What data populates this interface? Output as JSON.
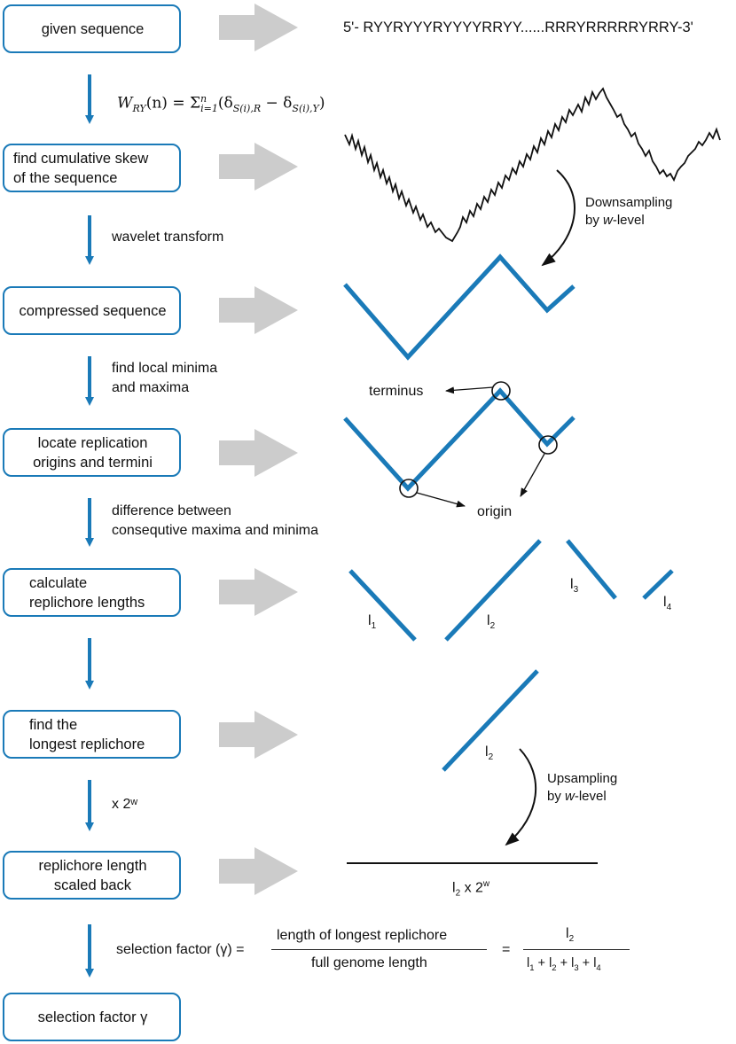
{
  "steps": [
    {
      "label": "given sequence"
    },
    {
      "label": "find cumulative skew\nof the sequence"
    },
    {
      "label": "compressed sequence"
    },
    {
      "label": "locate replication\norigins and termini"
    },
    {
      "label": "calculate\nreplichore lengths"
    },
    {
      "label": "find the\nlongest replichore"
    },
    {
      "label": "replichore length\nscaled back"
    },
    {
      "label": "selection factor γ"
    }
  ],
  "transitions": [
    {
      "label": ""
    },
    {
      "label": "wavelet transform"
    },
    {
      "label": "find local minima\nand maxima"
    },
    {
      "label": "difference between\nconsequtive maxima and minima"
    },
    {
      "label": ""
    },
    {
      "label": "x 2ʷ"
    },
    {
      "label": ""
    }
  ],
  "sequence": "5'- RYYRYYYRYYYYRRYY......RRRYRRRRRYRRY-3'",
  "skew_formula": {
    "lhs": "W",
    "lhs_sub": "RY",
    "arg": "(n) = Σ",
    "sum_sup": "n",
    "sum_sub": "i=1",
    "body": "(δ",
    "d1_sub": "S(i),R",
    "minus": " − δ",
    "d2_sub": "S(i),Y",
    "close": ")"
  },
  "annotations": {
    "downsampling_line1": "Downsampling",
    "downsampling_line2_pre": "by ",
    "downsampling_line2_w": "w",
    "downsampling_line2_post": "-level",
    "upsampling_line1": "Upsampling",
    "upsampling_line2_pre": "by ",
    "upsampling_line2_w": "w",
    "upsampling_line2_post": "-level",
    "terminus": "terminus",
    "origin": "origin"
  },
  "replichores": [
    {
      "name": "l",
      "sub": "1"
    },
    {
      "name": "l",
      "sub": "2"
    },
    {
      "name": "l",
      "sub": "3"
    },
    {
      "name": "l",
      "sub": "4"
    }
  ],
  "longest": {
    "name": "l",
    "sub": "2"
  },
  "scaled": {
    "name": "l",
    "sub": "2",
    "times": " x 2",
    "sup": "w"
  },
  "selection": {
    "prefix": "selection factor (γ) = ",
    "numerator": "length of longest replichore",
    "denominator": "full genome length",
    "equals": "=",
    "rhs_num_name": "l",
    "rhs_num_sub": "2",
    "rhs_den": [
      {
        "name": "l",
        "sub": "1"
      },
      {
        "name": "l",
        "sub": "2"
      },
      {
        "name": "l",
        "sub": "3"
      },
      {
        "name": "l",
        "sub": "4"
      }
    ],
    "plus": " + "
  },
  "colors": {
    "blue": "#1a7ab8",
    "gray_arrow": "#cccccc",
    "black": "#111111"
  }
}
